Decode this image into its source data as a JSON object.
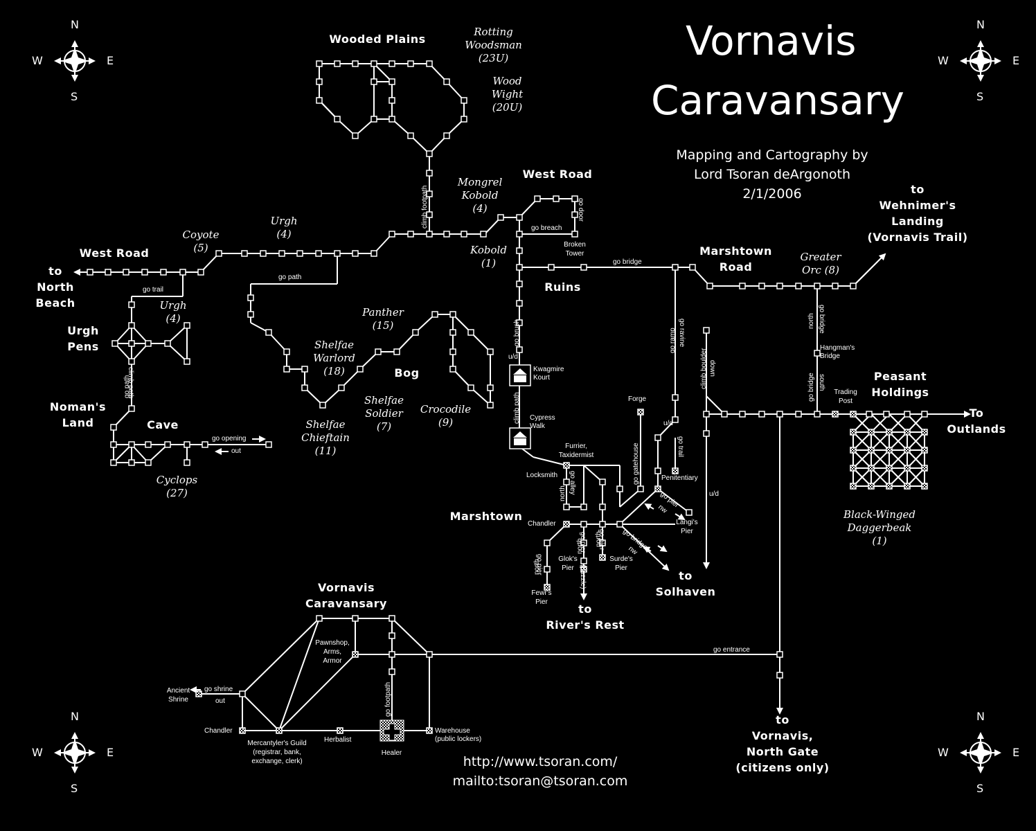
{
  "title": {
    "line1": "Vornavis",
    "line2": "Caravansary"
  },
  "credits": {
    "line1": "Mapping and Cartography by",
    "line2": "Lord Tsoran deArgonoth",
    "line3": "2/1/2006"
  },
  "links": {
    "url": "http://www.tsoran.com/",
    "mail": "mailto:tsoran@tsoran.com"
  },
  "compass": {
    "n": "N",
    "s": "S",
    "e": "E",
    "w": "W"
  },
  "regions": {
    "wooded_plains": "Wooded Plains",
    "west_road_top": "West Road",
    "west_road_left": "West Road",
    "north_beach_to": "to",
    "north_beach_1": "North",
    "north_beach_2": "Beach",
    "urgh_pens_1": "Urgh",
    "urgh_pens_2": "Pens",
    "nomans_1": "Noman's",
    "nomans_2": "Land",
    "cave": "Cave",
    "bog": "Bog",
    "ruins": "Ruins",
    "marshtown_road_1": "Marshtown",
    "marshtown_road_2": "Road",
    "wehnimer_to": "to",
    "wehnimer_1": "Wehnimer's",
    "wehnimer_2": "Landing",
    "wehnimer_3": "(Vornavis Trail)",
    "peasant_1": "Peasant",
    "peasant_2": "Holdings",
    "outlands_to": "To",
    "outlands": "Outlands",
    "marshtown": "Marshtown",
    "solhaven_to": "to",
    "solhaven": "Solhaven",
    "rivers_to": "to",
    "rivers": "River's Rest",
    "caravansary_1": "Vornavis",
    "caravansary_2": "Caravansary",
    "gate_to": "to",
    "gate_1": "Vornavis,",
    "gate_2": "North Gate",
    "gate_3": "(citizens only)"
  },
  "monsters": {
    "rotting": [
      "Rotting",
      "Woodsman",
      "(23U)"
    ],
    "wight": [
      "Wood",
      "Wight",
      "(20U)"
    ],
    "mongrel": [
      "Mongrel",
      "Kobold",
      "(4)"
    ],
    "kobold": [
      "Kobold",
      "(1)"
    ],
    "urgh_top": [
      "Urgh",
      "(4)"
    ],
    "coyote": [
      "Coyote",
      "(5)"
    ],
    "urgh_pen": [
      "Urgh",
      "(4)"
    ],
    "panther": [
      "Panther",
      "(15)"
    ],
    "warlord": [
      "Shelfae",
      "Warlord",
      "(18)"
    ],
    "soldier": [
      "Shelfae",
      "Soldier",
      "(7)"
    ],
    "chieftain": [
      "Shelfae",
      "Chieftain",
      "(11)"
    ],
    "crocodile": [
      "Crocodile",
      "(9)"
    ],
    "cyclops": [
      "Cyclops",
      "(27)"
    ],
    "greater_orc": [
      "Greater",
      "Orc (8)"
    ],
    "daggerbeak": [
      "Black-Winged",
      "Daggerbeak",
      "(1)"
    ]
  },
  "places": {
    "broken_tower": [
      "Broken",
      "Tower"
    ],
    "kwagmire": [
      "Kwagmire",
      "Kourt"
    ],
    "cypress": [
      "Cypress",
      "Walk"
    ],
    "furrier": [
      "Furrier,",
      "Taxidermist"
    ],
    "locksmith": "Locksmith",
    "forge": "Forge",
    "penitentiary": "Penitentiary",
    "chandler_mt": "Chandler",
    "glok": [
      "Glok's",
      "Pier"
    ],
    "surde": [
      "Surde's",
      "Pier"
    ],
    "fewr": [
      "Fewr's",
      "Pier"
    ],
    "langi": [
      "Langi's",
      "Pier"
    ],
    "hangmans": [
      "Hangman's",
      "Bridge"
    ],
    "trading": [
      "Trading",
      "Post"
    ],
    "pawnshop": [
      "Pawnshop,",
      "Arms,",
      "Armor"
    ],
    "ancient": [
      "Ancient",
      "Shrine"
    ],
    "chandler_vc": "Chandler",
    "merc": [
      "Mercantyler's Guild",
      "(registrar, bank,",
      "exchange, clerk)"
    ],
    "herbalist": "Herbalist",
    "healer": "Healer",
    "warehouse": [
      "Warehouse",
      "(public lockers)"
    ]
  },
  "paths": {
    "go_breach": "go breach",
    "go_door": "go door",
    "go_bridge": "go bridge",
    "go_trail_w": "go trail",
    "go_path": "go path",
    "climb_footpath": "climb footpath",
    "go_brush": "go brush",
    "ud1": "u/d",
    "climb_path_mt": "climb path",
    "go_ramp": "go ramp",
    "go_ravine": "go ravine",
    "ud2": "u/d",
    "go_trail_e": "go trail",
    "climb_boulder": "climb boulder",
    "down": "down",
    "ud3": "u/d",
    "north_hb": "north",
    "go_bridge_hb": "go bridge",
    "go_bridge_hb2": "go bridge",
    "south_hb": "south",
    "go_gatehouse": "go gatehouse",
    "go_alley": "go alley",
    "north_alley": "north",
    "go_pier_l": "go pier",
    "nw_l": "nw",
    "go_bridge_sol": "go bridge",
    "nw_sol": "nw",
    "north_glok": "north",
    "go_pier_glok": "go pier",
    "puzzle": "(puzzle)",
    "north_surde": "north",
    "go_pier_surde": "go pier",
    "north_fewr": "north",
    "go_pier_fewr": "go pier",
    "climb_path_ur": "climb path",
    "go_path_ur": "go path",
    "go_opening": "go opening",
    "out_cave": "out",
    "go_entrance": "go entrance",
    "go_shrine": "go shrine",
    "out_shrine": "out",
    "go_footpath": "go footpath"
  }
}
